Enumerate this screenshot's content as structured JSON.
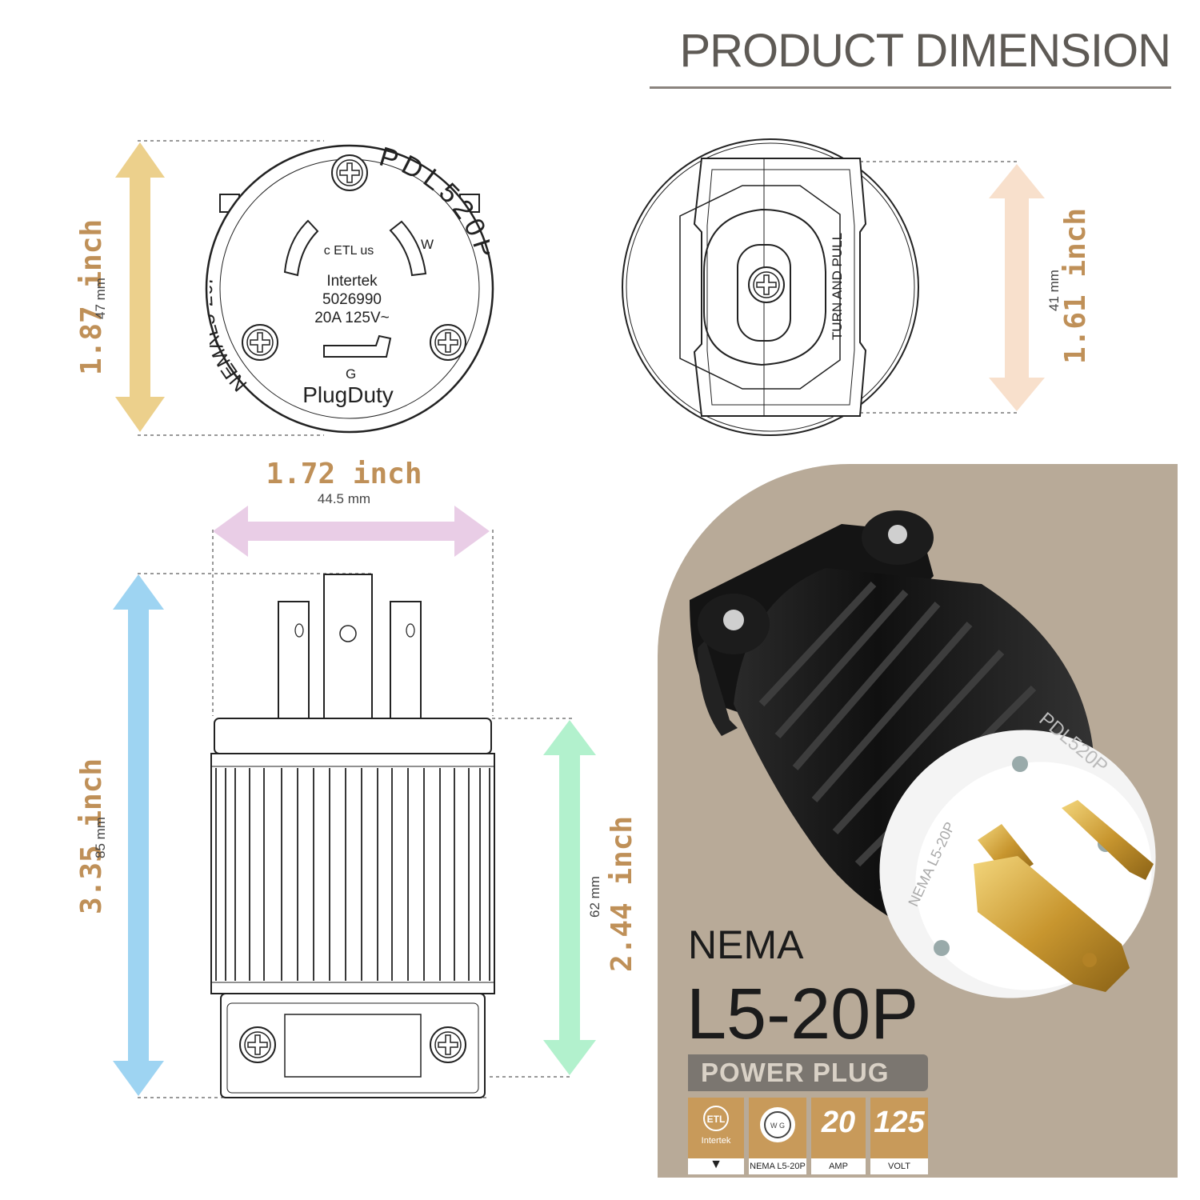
{
  "title": "PRODUCT DIMENSION",
  "face_view": {
    "height_inch": "1.87 inch",
    "height_mm": "47 mm",
    "ring_left_text": "NEMAL5-20P",
    "ring_right_text": "PDL520P",
    "terminal_w": "W",
    "terminal_g": "G",
    "center_lines": [
      "Intertek",
      "5026990",
      "20A 125V~"
    ],
    "brand": "PlugDuty",
    "cert_mark": "c ETL us"
  },
  "side_view": {
    "height_inch": "1.61 inch",
    "height_mm": "41 mm",
    "label": "TURN AND PULL"
  },
  "front_view": {
    "width_inch": "1.72 inch",
    "width_mm": "44.5 mm",
    "total_height_inch": "3.35 inch",
    "total_height_mm": "85 mm",
    "body_height_inch": "2.44 inch",
    "body_height_mm": "62 mm"
  },
  "product": {
    "line1": "NEMA",
    "line2": "L5-20P",
    "badge": "POWER PLUG",
    "plug_face_text": "PDL520P",
    "plug_face_text2": "NEMA L5-20P",
    "certs": [
      {
        "caption": "Intertek",
        "mark": "ETL"
      },
      {
        "caption": "NEMA L5-20P",
        "mark": "W G"
      },
      {
        "value": "20",
        "caption": "AMP"
      },
      {
        "value": "125",
        "caption": "VOLT"
      }
    ]
  },
  "colors": {
    "arrow_yellow": "#ecd08c",
    "arrow_peach": "#f8e0cc",
    "arrow_pink": "#e9cde6",
    "arrow_blue": "#9ed4f2",
    "arrow_green": "#b2f1cd",
    "label_gold": "#bf9058",
    "panel": "#b8aa98"
  }
}
